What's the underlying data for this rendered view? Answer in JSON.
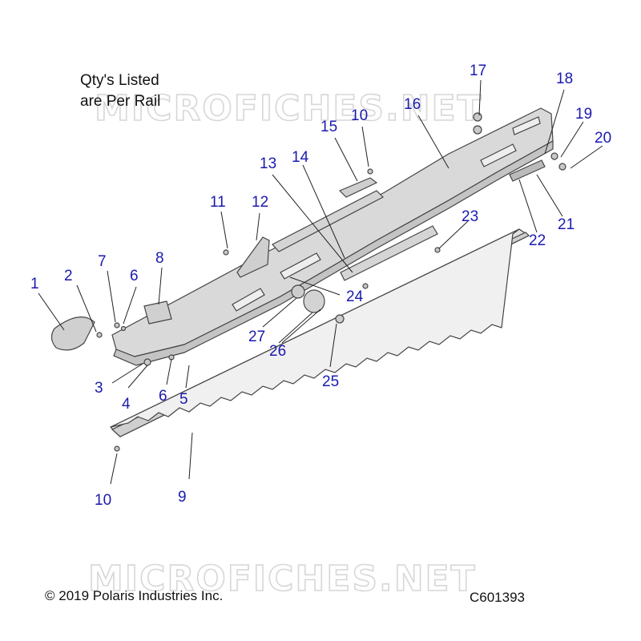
{
  "note": {
    "line1": "Qty's Listed",
    "line2": "are Per Rail"
  },
  "watermark_top": "MICROFICHES.NET",
  "watermark_bottom": "MICROFICHES.NET",
  "copyright": "© 2019 Polaris Industries Inc.",
  "diagram_code": "C601393",
  "colors": {
    "callout": "#1a1ab0",
    "part_fill": "#d9d9d9",
    "part_stroke": "#444444"
  },
  "callouts": [
    "1",
    "2",
    "3",
    "4",
    "5",
    "6",
    "6",
    "7",
    "8",
    "9",
    "10",
    "10",
    "11",
    "12",
    "13",
    "14",
    "15",
    "16",
    "17",
    "18",
    "19",
    "20",
    "21",
    "22",
    "23",
    "24",
    "25",
    "26",
    "27"
  ]
}
